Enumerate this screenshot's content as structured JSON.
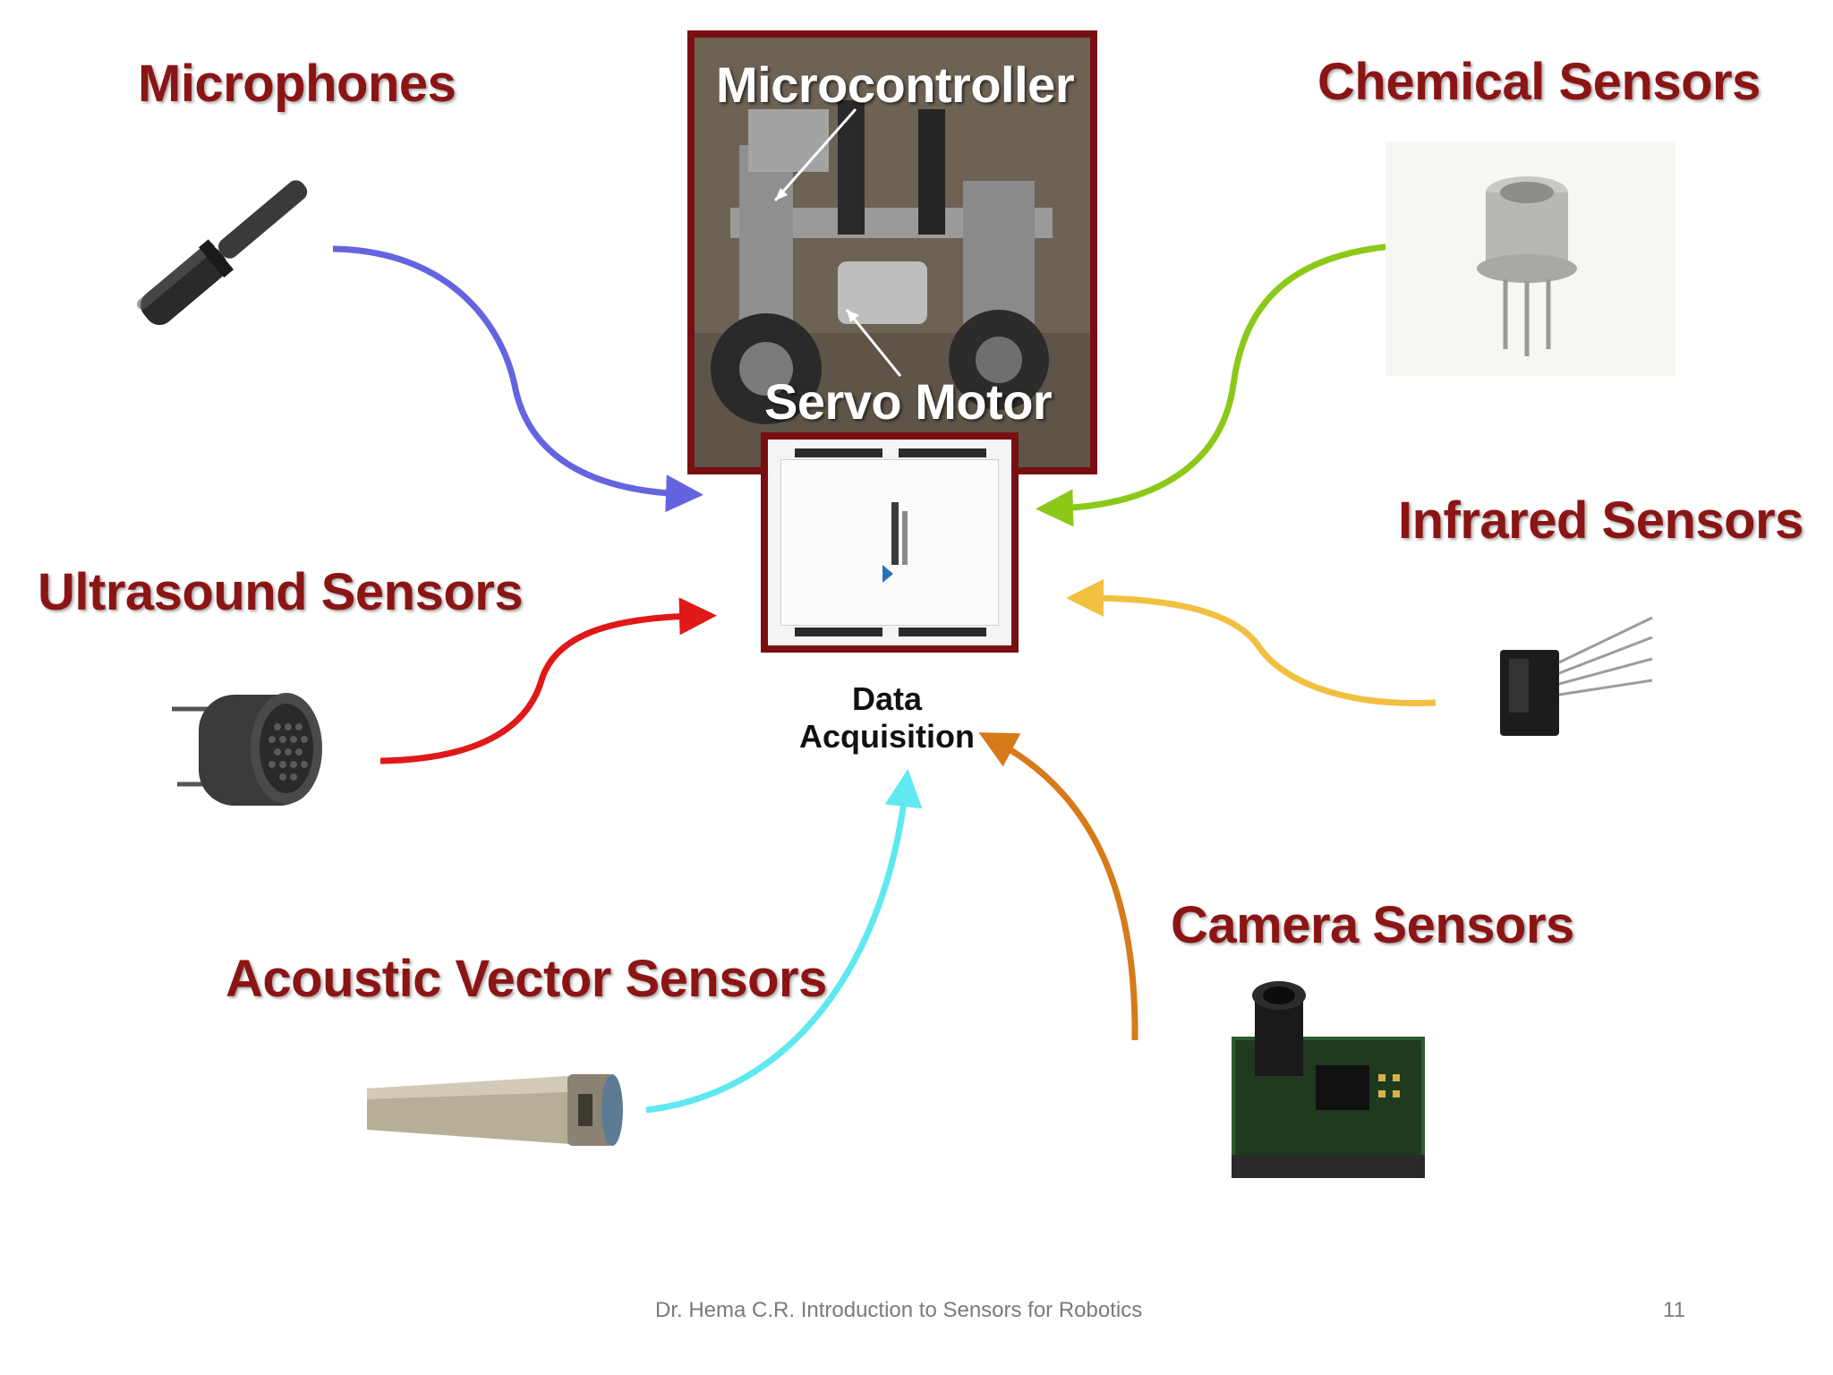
{
  "center": {
    "microcontroller_label": "Microcontroller",
    "servo_label": "Servo Motor",
    "daq_caption": "Data Acquisition"
  },
  "sensors": {
    "microphones": "Microphones",
    "chemical": "Chemical Sensors",
    "infrared": "Infrared Sensors",
    "ultrasound": "Ultrasound Sensors",
    "acoustic_vector": "Acoustic Vector Sensors",
    "camera": "Camera Sensors"
  },
  "arrow_colors": {
    "microphones": "#6464e0",
    "ultrasound": "#e01818",
    "acoustic_vector": "#5ee8ef",
    "camera": "#d67a1a",
    "infrared": "#f2c040",
    "chemical": "#8bc818"
  },
  "footer": {
    "text": "Dr. Hema C.R. Introduction to Sensors for Robotics",
    "page": "11"
  }
}
